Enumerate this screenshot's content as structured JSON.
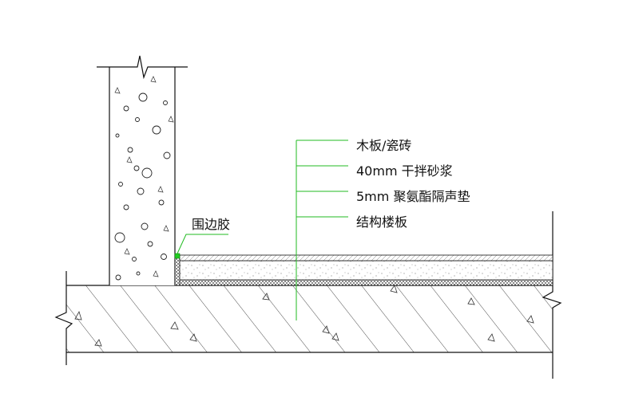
{
  "labels": {
    "sealant": "围边胶",
    "layer_wood_tile": "木板/瓷砖",
    "layer_mortar": "40mm 干拌砂浆",
    "layer_pu_pad": "5mm 聚氨酯隔声垫",
    "layer_slab": "结构楼板"
  },
  "colors": {
    "line": "#111111",
    "leader": "#22bb22",
    "sealant": "#22cc22"
  }
}
